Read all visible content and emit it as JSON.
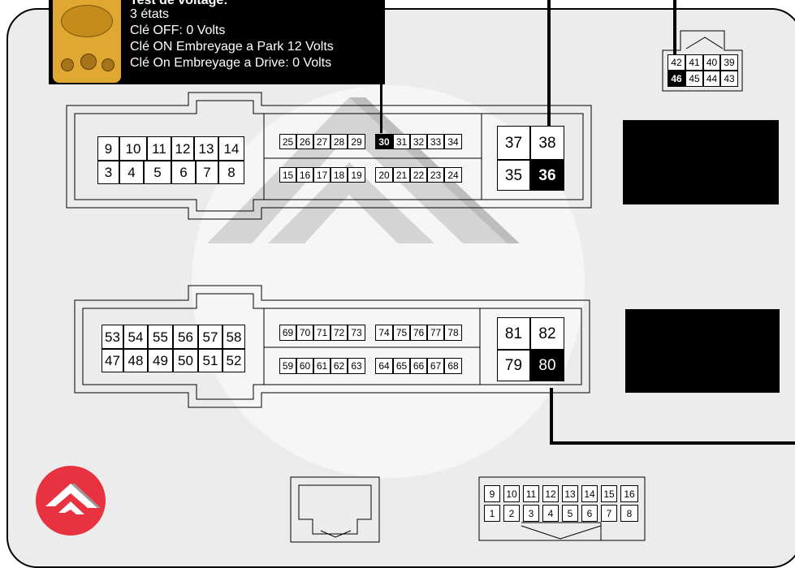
{
  "info": {
    "title": "Test de voltage:",
    "states": " 3 états",
    "line1": "Clé OFF: 0 Volts",
    "line2": "Clé ON Embreyage a Park 12 Volts",
    "line3": "Clé On Embreyage a Drive: 0 Volts"
  },
  "top_connector": {
    "left_top": [
      "9",
      "10",
      "11",
      "12",
      "13",
      "14"
    ],
    "left_bottom": [
      "3",
      "4",
      "5",
      "6",
      "7",
      "8"
    ],
    "mid_top_a": [
      "25",
      "26",
      "27",
      "28",
      "29"
    ],
    "mid_top_b": [
      "30",
      "31",
      "32",
      "33",
      "34"
    ],
    "mid_bottom_a": [
      "15",
      "16",
      "17",
      "18",
      "19"
    ],
    "mid_bottom_b": [
      "20",
      "21",
      "22",
      "23",
      "24"
    ],
    "right": [
      "37",
      "38",
      "35",
      "36"
    ]
  },
  "bottom_connector": {
    "left_top": [
      "53",
      "54",
      "55",
      "56",
      "57",
      "58"
    ],
    "left_bottom": [
      "47",
      "48",
      "49",
      "50",
      "51",
      "52"
    ],
    "mid_top_a": [
      "69",
      "70",
      "71",
      "72",
      "73"
    ],
    "mid_top_b": [
      "74",
      "75",
      "76",
      "77",
      "78"
    ],
    "mid_bottom_a": [
      "59",
      "60",
      "61",
      "62",
      "63"
    ],
    "mid_bottom_b": [
      "64",
      "65",
      "66",
      "67",
      "68"
    ],
    "right": [
      "81",
      "82",
      "79",
      "80"
    ]
  },
  "right_connector": {
    "top": [
      "42",
      "41",
      "40",
      "39"
    ],
    "bottom": [
      "46",
      "45",
      "44",
      "43"
    ]
  },
  "bottom_small_connector": {
    "top": [
      "9",
      "10",
      "11",
      "12",
      "13",
      "14",
      "15",
      "16"
    ],
    "bottom": [
      "1",
      "2",
      "3",
      "4",
      "5",
      "6",
      "7",
      "8"
    ]
  },
  "highlighted_pins": [
    "30",
    "36",
    "46",
    "80"
  ],
  "colors": {
    "highlight": "#000000",
    "logo": "#e83240",
    "board": "#ececec"
  }
}
